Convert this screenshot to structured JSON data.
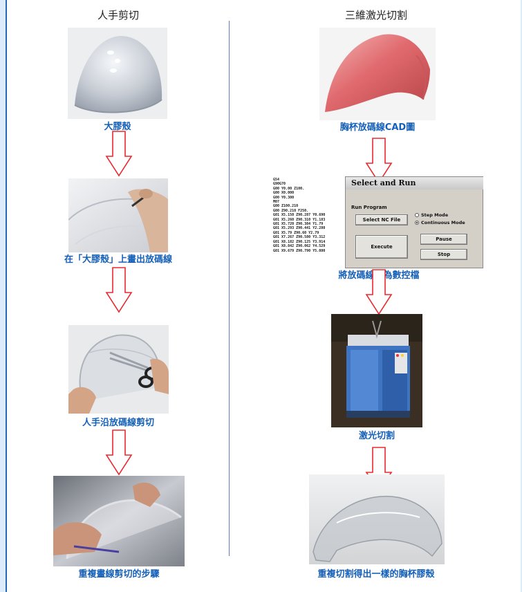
{
  "left_column": {
    "title": "人手剪切",
    "steps": [
      {
        "label": "大膠殼",
        "image": "plastic-cup-shell-photo"
      },
      {
        "label": "在「大膠殼」上畫出放碼線",
        "image": "drawing-lines-on-shell-photo"
      },
      {
        "label": "人手沿放碼線剪切",
        "image": "scissors-cutting-shell-photo"
      },
      {
        "label": "重複畫線剪切的步驟",
        "image": "repeat-drawing-photo"
      }
    ]
  },
  "right_column": {
    "title": "三維激光切割",
    "steps": [
      {
        "label": "胸杯放碼線CAD圖",
        "image": "cad-3d-model-render"
      },
      {
        "label": "將放碼線轉為數控檔",
        "image": "nc-program-screenshot"
      },
      {
        "label": "激光切割",
        "image": "laser-cutting-machine-photo"
      },
      {
        "label": "重複切割得出一樣的胸杯膠殼",
        "image": "finished-cup-shell-photo"
      }
    ]
  },
  "software_window": {
    "title": "Select and Run",
    "group_label": "Run Program",
    "select_button": "Select NC File",
    "execute_button": "Execute",
    "pause_button": "Pause",
    "stop_button": "Stop",
    "radio_options": [
      {
        "label": "Step Mode",
        "selected": false
      },
      {
        "label": "Continuous Mode",
        "selected": true
      }
    ],
    "code_lines": [
      "G54",
      "G90G70",
      "G00 Y0.00 Z100.",
      "G00 X0.000",
      "G00 Y0.300",
      "M07",
      "G00 Z100.210",
      "G00 Z90.210 F250.",
      "G01 X5.150 Z90.287 Y0.690",
      "G01 X5.260 Z90.310 Y1.183",
      "G01 X5.720 Z90.384 Y1.79",
      "G01 X5.293 Z90.441 Y2.280",
      "G01 X5.79 Z90.60 Y2.79",
      "G01 X7.267 Z90.580 Y3.312",
      "G01 X8.182 Z90.125 Y3.914",
      "G01 X8.842 Z90.062 Y4.529",
      "G01 X9.679 Z90.790 Y5.080"
    ]
  },
  "colors": {
    "label_blue": "#1560b8",
    "arrow_red": "#e8282e",
    "frame_blue": "#1f6ab5",
    "background": "#dcecfa"
  }
}
